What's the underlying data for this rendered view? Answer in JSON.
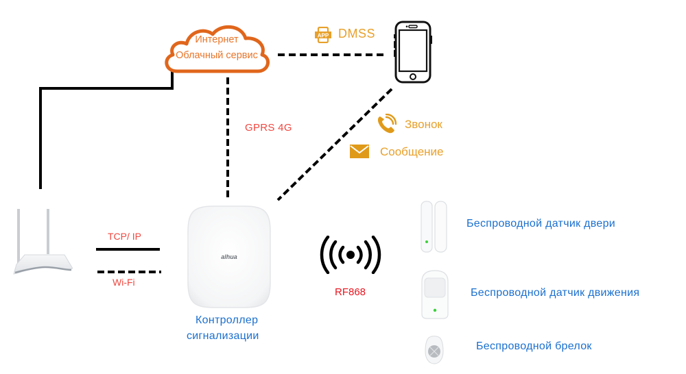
{
  "cloud": {
    "line1": "Интернет",
    "line2": "Облачный сервис"
  },
  "app": {
    "icon": "app-icon",
    "badge": "APP",
    "label": "DMSS"
  },
  "phone": {
    "icon": "smartphone-icon"
  },
  "notifications": [
    {
      "icon": "phone-call-icon",
      "label": "Звонок"
    },
    {
      "icon": "envelope-icon",
      "label": "Сообщение"
    }
  ],
  "links": {
    "gprs": "GPRS 4G",
    "tcpip": "TCP/ IP",
    "wifi": "Wi-Fi",
    "rf": "RF868"
  },
  "router": {
    "icon": "wifi-router-icon"
  },
  "controller": {
    "brand": "alhua",
    "label_line1": "Контроллер",
    "label_line2": "сигнализации"
  },
  "devices": [
    {
      "icon": "door-sensor-icon",
      "label": "Беспроводной датчик двери"
    },
    {
      "icon": "motion-sensor-icon",
      "label": "Беспроводной датчик движения"
    },
    {
      "icon": "keyfob-icon",
      "label": "Беспроводной брелок"
    }
  ],
  "colors": {
    "cloud": "#e0661c",
    "app": "#e8a02a",
    "link_label": "#f0473f",
    "rf_label": "#e8141e",
    "device_label": "#1a6fce",
    "line": "#000000"
  }
}
